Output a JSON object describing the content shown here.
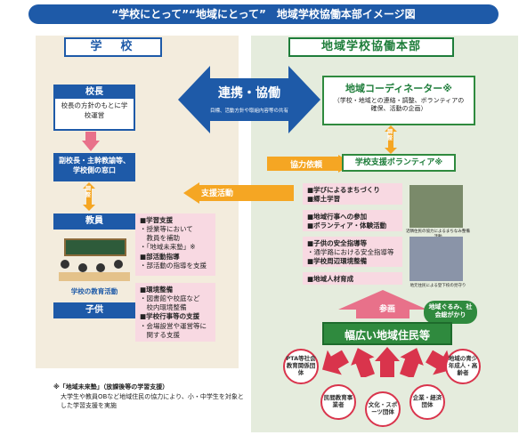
{
  "title": "“学校にとって”“地域にとって”　地域学校協働本部イメージ図",
  "school": {
    "heading": "学　校",
    "principal_title": "校長",
    "principal_desc": "校長の方針のもとに学校運営",
    "vice_title": "副校長・主幹教諭等、学校側の窓口",
    "adjust_label": "調整",
    "teacher_title": "教員",
    "education_activity": "学校の教育活動",
    "children_title": "子供",
    "mirai_note_title": "※「地域未来塾」（放課後等の学習支援）",
    "mirai_note_body": "大学生や教員OBなど地域住民の協力により、小・中学生を対象とした学習支援を実施"
  },
  "center": {
    "renkei_label": "連携・協働",
    "renkei_sub": "目標、活動方針や取組内容等の共有",
    "kyoryoku_label": "協力依頼",
    "shien_label": "支援活動"
  },
  "support_boxes": [
    {
      "lines": [
        "■学習支援",
        "・授業等において",
        "　教員を補助",
        "・「地域未来塾」※",
        "■部活動指導",
        "・部活動の指導を支援"
      ]
    },
    {
      "lines": [
        "■環境整備",
        "・図書館や校庭など",
        "　校内環境整備",
        "■学校行事等の支援",
        "・会場設営や運営等に",
        "　関する支援"
      ]
    }
  ],
  "region": {
    "heading": "地域学校協働本部",
    "coordinator_title": "地域コーディネーター※",
    "coordinator_desc": "（学校・地域との連絡・調整、ボランティアの確保、活動の企画）",
    "adjust_label": "調整",
    "volunteer_title": "学校支援ボランティア※",
    "activities": [
      [
        "■学びによるまちづくり",
        "■郷土学習"
      ],
      [
        "■地域行事への参加",
        "■ボランティア・体験活動"
      ],
      [
        "■子供の安全指導等",
        "・通学路における安全指導等",
        "■学校周辺環境整備"
      ],
      [
        "■地域人材育成"
      ]
    ],
    "photo1_caption": "近隣住民の協力によるまちなみ整備活動",
    "photo2_caption": "地元住民による登下校の見守り",
    "participate_label": "参画",
    "community_label": "地域ぐるみ、社会総がかり",
    "residents_label": "幅広い地域住民等",
    "groups": [
      "PTA等社会教育関係団体",
      "民間教育事業者",
      "文化・スポーツ団体",
      "企業・経済団体",
      "地域の青少年成人・高齢者"
    ]
  },
  "colors": {
    "blue": "#1e5aa8",
    "green": "#2f8a3e",
    "pink": "#f8d9e2",
    "orange": "#f5a623",
    "red": "#d9344c"
  }
}
